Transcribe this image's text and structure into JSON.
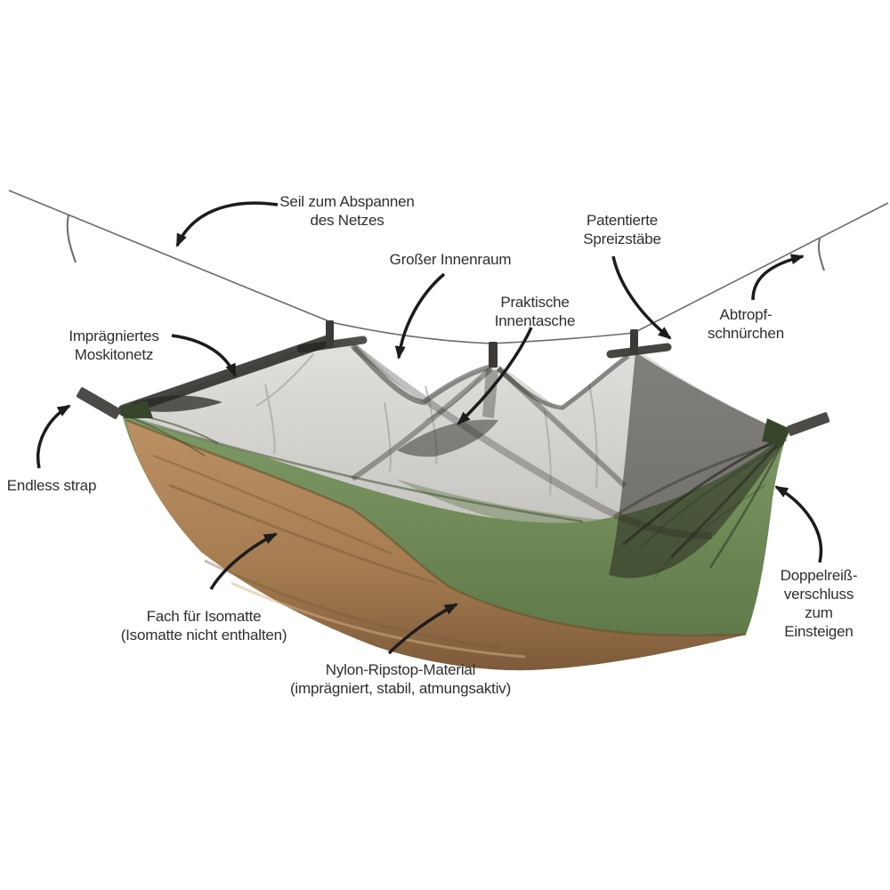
{
  "labels": {
    "seil": "Seil zum Abspannen\ndes Netzes",
    "spreizstaebe": "Patentierte\nSpreizstäbe",
    "innenraum": "Großer Innenraum",
    "innentasche": "Praktische\nInnentasche",
    "abtropf": "Abtropf-\nschnürchen",
    "moskitonetz": "Imprägniertes\nMoskitonetz",
    "endless_strap": "Endless strap",
    "zipper": "Doppelreiß-\nverschluss\nzum Einsteigen",
    "isomatte": "Fach für Isomatte\n(Isomatte nicht enthalten)",
    "nylon": "Nylon-Ripstop-Material\n(imprägniert, stabil, atmungsaktiv)"
  },
  "colors": {
    "background": "#ffffff",
    "fabric_green": "#718d5a",
    "fabric_green_shadow": "#4c6338",
    "fabric_tan": "#a97f55",
    "fabric_tan_shadow": "#7d5a3a",
    "net_light": "#d9d8d4",
    "net_dark": "#26241f",
    "strap_gray": "#4b4a47",
    "rope_gray": "#6b6b66",
    "arrow_black": "#1c1c1c",
    "label_text": "#2e2e2e"
  }
}
